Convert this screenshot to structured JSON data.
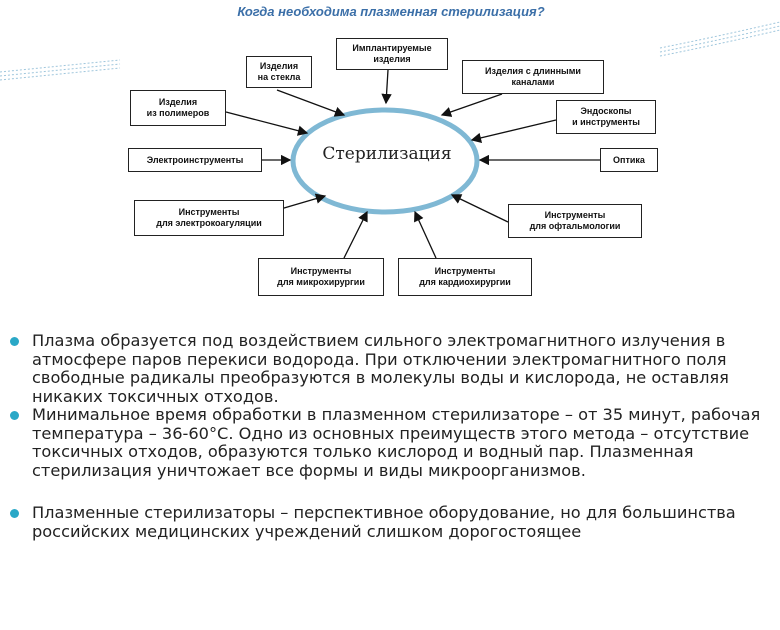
{
  "diagram": {
    "title": "Когда необходима плазменная стерилизация?",
    "center": "Стерилизация",
    "nodes": [
      {
        "id": "implants",
        "label": "Имплантируемые\nизделия"
      },
      {
        "id": "glass",
        "label": "Изделия\nна стекла"
      },
      {
        "id": "long-channels",
        "label": "Изделия с длинными\nканалами"
      },
      {
        "id": "polymers",
        "label": "Изделия\nиз полимеров"
      },
      {
        "id": "endoscopes",
        "label": "Эндоскопы\nи инструменты"
      },
      {
        "id": "electro",
        "label": "Электроинструменты"
      },
      {
        "id": "optics",
        "label": "Оптика"
      },
      {
        "id": "electrocoag",
        "label": "Инструменты\nдля электрокоагуляции"
      },
      {
        "id": "ophthalm",
        "label": "Инструменты\nдля офтальмологии"
      },
      {
        "id": "microsurg",
        "label": "Инструменты\nдля микрохирургии"
      },
      {
        "id": "cardiosurg",
        "label": "Инструменты\nдля кардиохирургии"
      }
    ],
    "colors": {
      "ellipse": "#7fb8d4",
      "title": "#3b6fa8",
      "bullet": "#2aa8c7"
    }
  },
  "bullets": [
    "Плазма образуется под воздействием сильного электромагнитного излучения в атмосфере паров перекиси водорода. При отключении электромагнитного поля свободные радикалы преобразуются в молекулы воды и кислорода, не оставляя никаких токсичных отходов.",
    "Минимальное время обработки в плазменном стерилизаторе – от 35 минут, рабочая температура – 36-60°С. Одно из основных преимуществ этого метода – отсутствие токсичных отходов, образуются только кислород и водный пар. Плазменная стерилизация уничтожает все формы и виды микроорганизмов.",
    "Плазменные стерилизаторы – перспективное оборудование, но для большинства российских медицинских учреждений слишком дорогостоящее"
  ]
}
